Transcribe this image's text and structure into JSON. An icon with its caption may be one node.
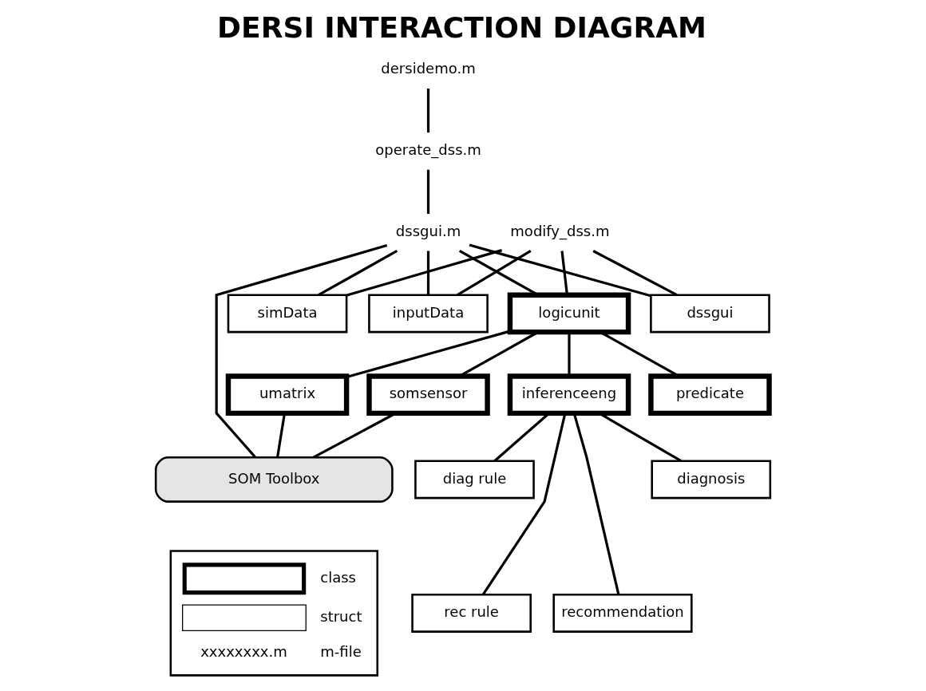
{
  "diagram": {
    "title": "DERSI INTERACTION DIAGRAM",
    "nodes": [
      {
        "text": [
          "dersidemo.m"
        ]
      },
      {
        "text": [
          "operate_dss.m"
        ]
      },
      {
        "text": [
          "modify_dss.m"
        ]
      },
      {
        "text": [
          "dssgui.m"
        ]
      },
      {
        "text": [
          "inputData"
        ]
      },
      {
        "text": [
          "dssgui"
        ]
      },
      {
        "text": [
          "simData"
        ]
      },
      {
        "text": [
          "logicunit"
        ]
      },
      {
        "text": [
          "umatrix"
        ]
      },
      {
        "text": [
          "somsensor"
        ]
      },
      {
        "text": [
          "inferenceeng"
        ]
      },
      {
        "text": [
          "predicate"
        ]
      },
      {
        "text": [
          "SOM Toolbox"
        ]
      },
      {
        "text": [
          "diag rule"
        ]
      },
      {
        "text": [
          "diagnosis"
        ]
      },
      {
        "text": [
          "rec rule"
        ]
      },
      {
        "text": [
          "recommendation"
        ]
      }
    ],
    "edges": [
      {
        "from": 0,
        "to": 1,
        "arrow": "none"
      },
      {
        "from": 1,
        "to": 3,
        "arrow": "none"
      },
      {
        "from": 2,
        "to": 4,
        "arrow": "none"
      },
      {
        "from": 2,
        "to": 5,
        "arrow": "none"
      },
      {
        "from": 2,
        "to": 6,
        "arrow": "none"
      },
      {
        "from": 2,
        "to": 7,
        "arrow": "none"
      },
      {
        "from": 3,
        "to": 4,
        "arrow": "none"
      },
      {
        "from": 3,
        "to": 5,
        "arrow": "none"
      },
      {
        "from": 3,
        "to": 6,
        "arrow": "none"
      },
      {
        "from": 3,
        "to": 7,
        "arrow": "none"
      },
      {
        "from": 3,
        "to": 12,
        "arrow": "none"
      },
      {
        "from": 7,
        "to": 8,
        "arrow": "none"
      },
      {
        "from": 7,
        "to": 9,
        "arrow": "none"
      },
      {
        "from": 7,
        "to": 10,
        "arrow": "none"
      },
      {
        "from": 7,
        "to": 11,
        "arrow": "none"
      },
      {
        "from": 8,
        "to": 12,
        "arrow": "none"
      },
      {
        "from": 9,
        "to": 12,
        "arrow": "none"
      },
      {
        "from": 10,
        "to": 13,
        "arrow": "none"
      },
      {
        "from": 10,
        "to": 15,
        "arrow": "none"
      },
      {
        "from": 10,
        "to": 16,
        "arrow": "none"
      },
      {
        "from": 10,
        "to": 14,
        "arrow": "none"
      }
    ],
    "labels": [
      "xxxxxxxx.m"
    ],
    "legend": [
      {
        "text": "class"
      },
      {
        "text": "struct"
      },
      {
        "text": "m-file"
      }
    ]
  }
}
